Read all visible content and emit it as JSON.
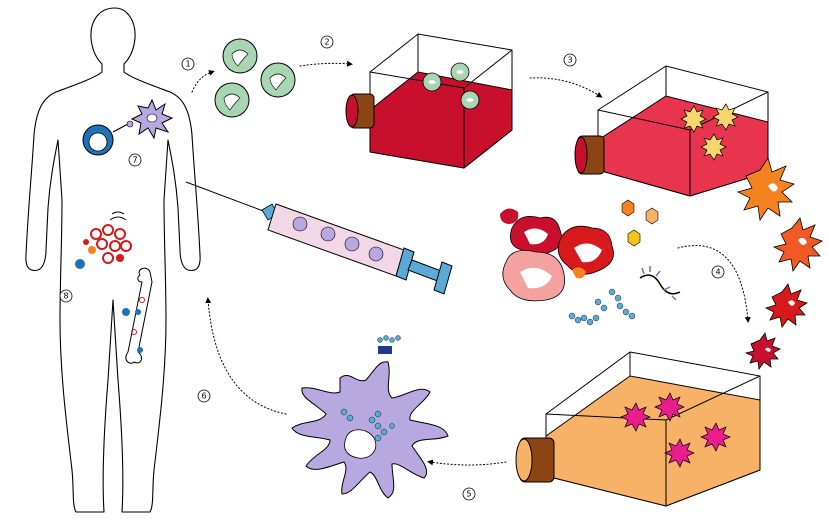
{
  "figure": {
    "steps": [
      {
        "id": 1,
        "label": "1"
      },
      {
        "id": 2,
        "label": "2"
      },
      {
        "id": 3,
        "label": "3"
      },
      {
        "id": 4,
        "label": "4"
      },
      {
        "id": 5,
        "label": "5"
      },
      {
        "id": 6,
        "label": "6"
      },
      {
        "id": 7,
        "label": "7"
      },
      {
        "id": 8,
        "label": "8"
      }
    ],
    "colors": {
      "monocyte": "#a8d5b2",
      "flask_red_medium": "#c8102e",
      "flask_orange_medium": "#f7b267",
      "dendritic_cell": "#b7a8e0",
      "cap": "#8b4513",
      "tumor_cell_red": "#d7191c",
      "tumor_cell_orange": "#f58220",
      "syringe_liquid": "#f2d7e6",
      "plunger": "#5aa9d6"
    }
  }
}
